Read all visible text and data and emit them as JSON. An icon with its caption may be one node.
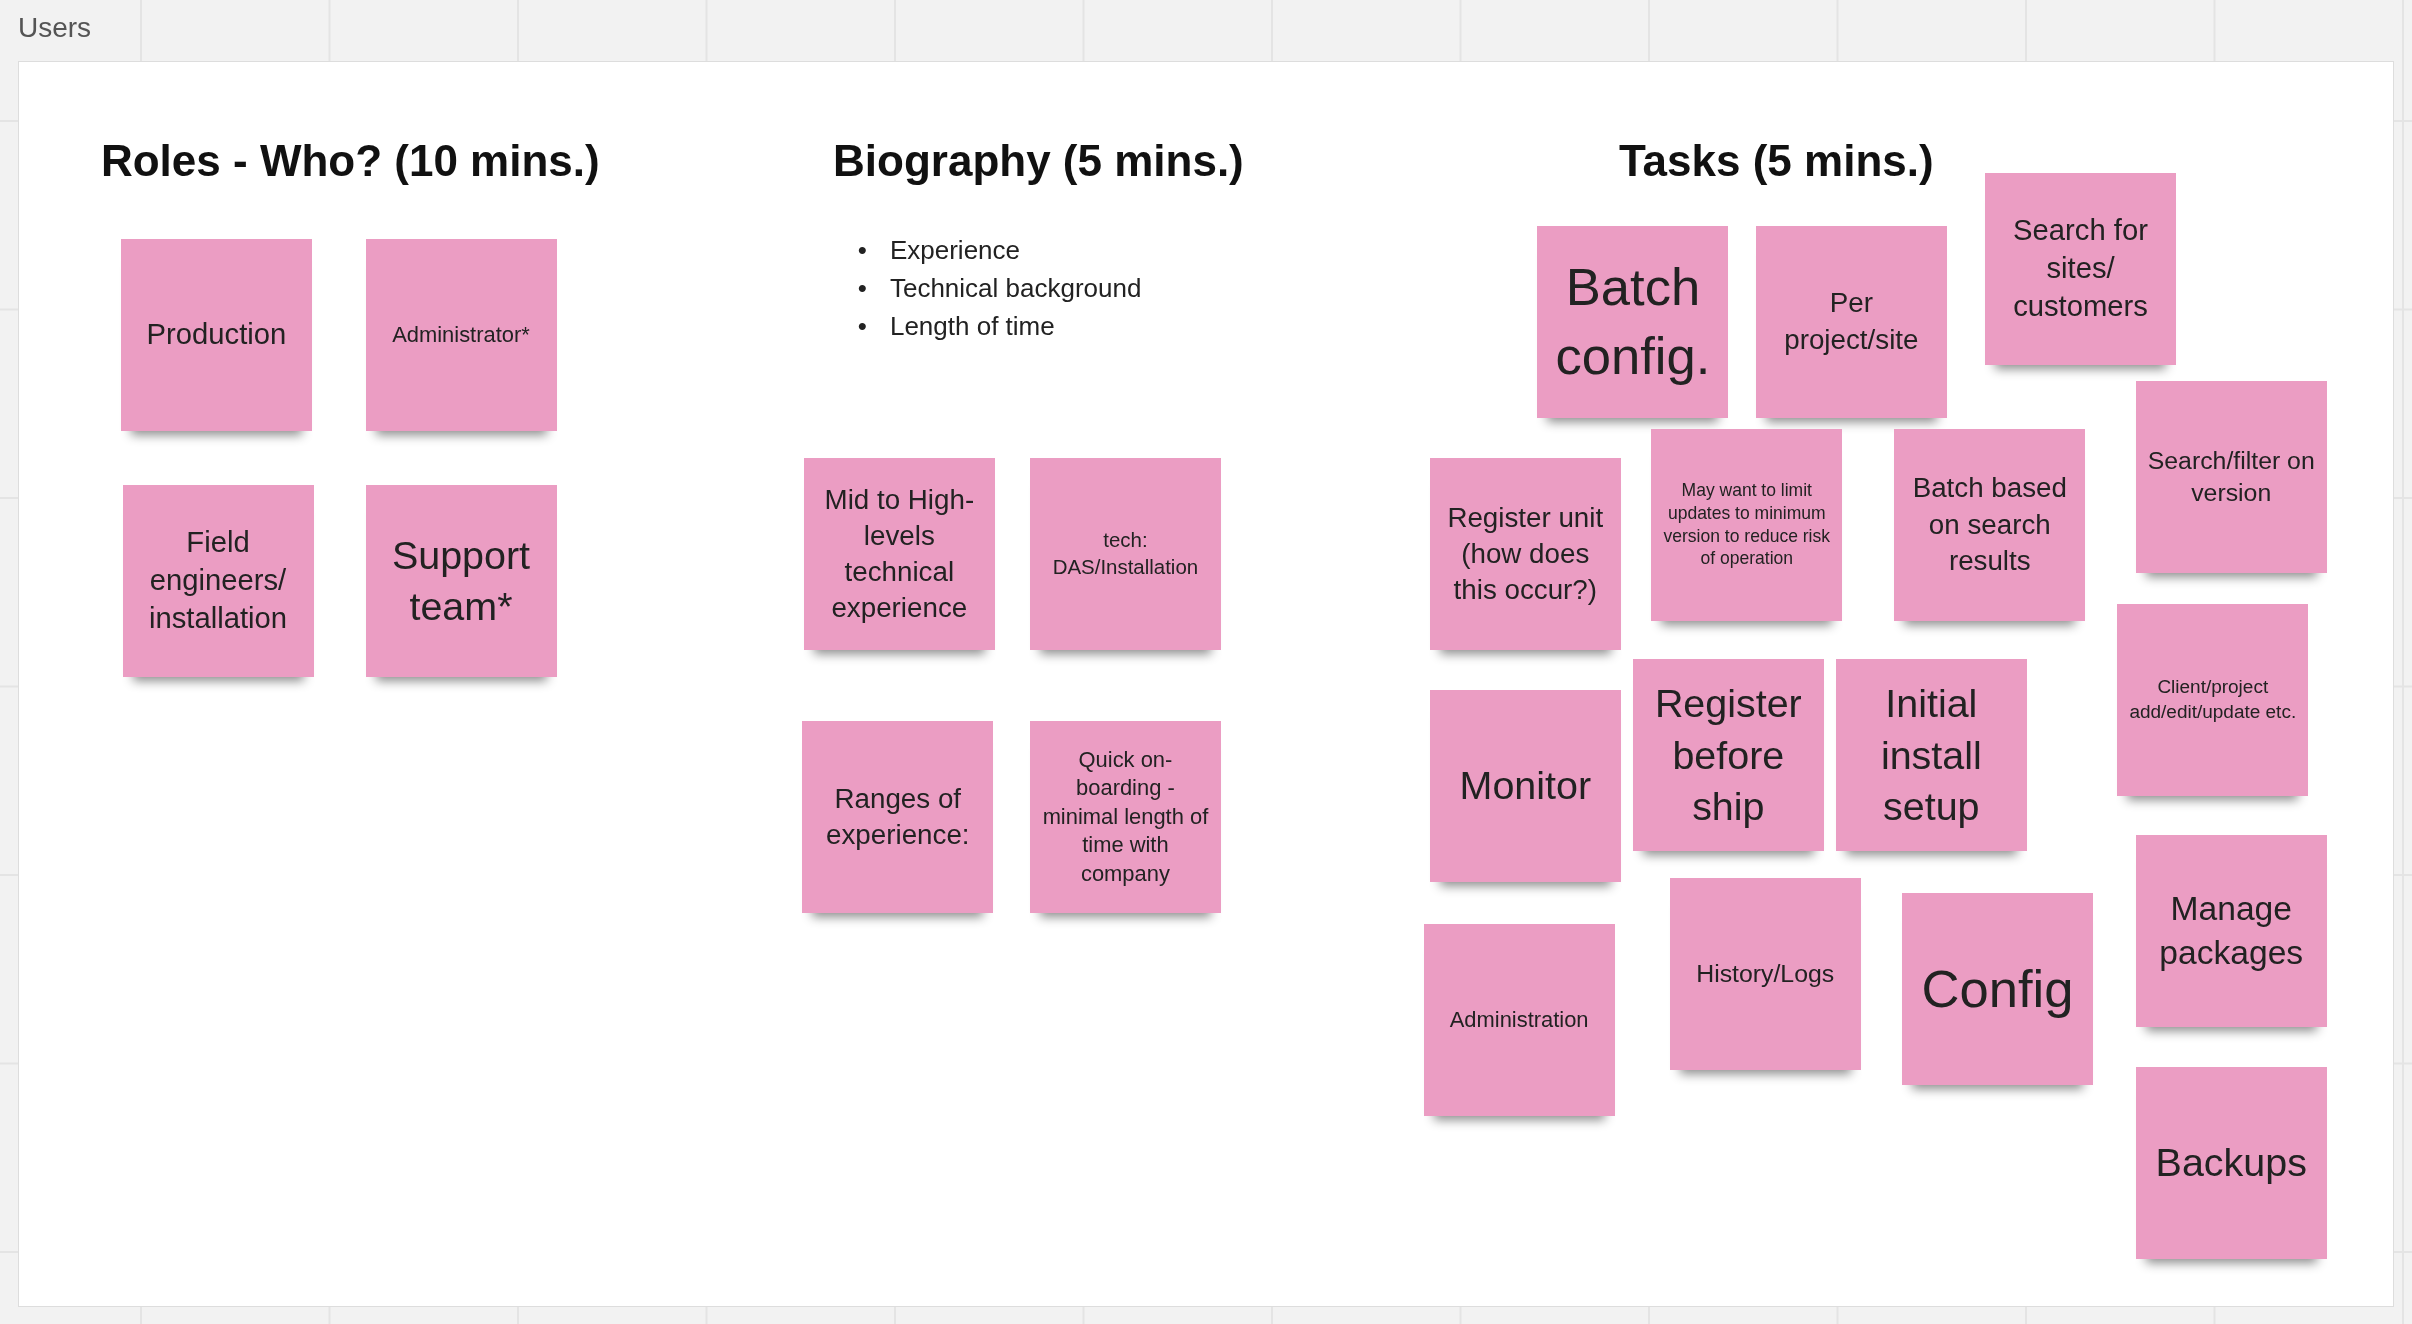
{
  "diagram": {
    "title": "Users",
    "nodes": [
      {
        "text": [
          "Production"
        ]
      },
      {
        "text": [
          "Administrator*"
        ]
      },
      {
        "text": [
          "Field engineers/ installation"
        ]
      },
      {
        "text": [
          "Support team*"
        ]
      },
      {
        "text": [
          "Mid to High-levels technical experience"
        ]
      },
      {
        "text": [
          "tech: DAS/Installation"
        ]
      },
      {
        "text": [
          "Ranges of experience:"
        ]
      },
      {
        "text": [
          "Quick on-boarding - minimal length of time with company"
        ]
      },
      {
        "text": [
          "Batch config."
        ]
      },
      {
        "text": [
          "Per project/site"
        ]
      },
      {
        "text": [
          "Search for sites/ customers"
        ]
      },
      {
        "text": [
          "Register unit (how does this occur?)"
        ]
      },
      {
        "text": [
          "May want to limit updates to minimum version to reduce risk of operation"
        ]
      },
      {
        "text": [
          "Batch based on search results"
        ]
      },
      {
        "text": [
          "Search/filter on version"
        ]
      },
      {
        "text": [
          "Monitor"
        ]
      },
      {
        "text": [
          "Register before ship"
        ]
      },
      {
        "text": [
          "Initial install setup"
        ]
      },
      {
        "text": [
          "Client/project add/edit/update etc."
        ]
      },
      {
        "text": [
          "Administration"
        ]
      },
      {
        "text": [
          "History/Logs"
        ]
      },
      {
        "text": [
          "Config"
        ]
      },
      {
        "text": [
          "Manage packages"
        ]
      },
      {
        "text": [
          "Backups"
        ]
      }
    ],
    "labels": [
      "Roles - Who? (10 mins.)",
      "Biography (5 mins.)",
      "•",
      "Experience",
      "•",
      "Technical background",
      "•",
      "Length of time",
      "Tasks (5 mins.)"
    ]
  }
}
